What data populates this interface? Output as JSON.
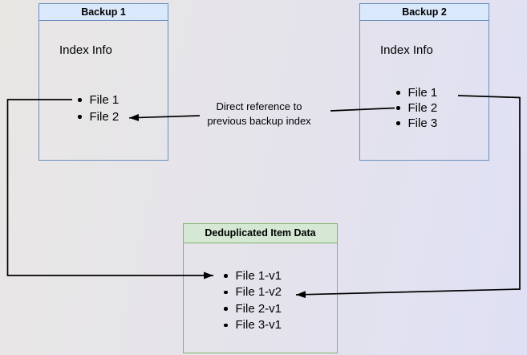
{
  "diagram": {
    "backup1": {
      "title": "Backup 1",
      "section_label": "Index Info",
      "items": [
        "File 1",
        "File 2"
      ]
    },
    "backup2": {
      "title": "Backup 2",
      "section_label": "Index Info",
      "items": [
        "File 1",
        "File 2",
        "File 3"
      ]
    },
    "dedup": {
      "title": "Deduplicated Item Data",
      "items": [
        "File 1-v1",
        "File 1-v2",
        "File 2-v1",
        "File 3-v1"
      ]
    },
    "edge_label": {
      "line1": "Direct reference to",
      "line2": "previous backup index"
    }
  },
  "colors": {
    "backup_header_fill": "#dae8fc",
    "backup_border": "#6c8ebf",
    "dedup_header_fill": "#d5e8d4",
    "dedup_border": "#82b366",
    "arrow": "#000000",
    "background_start": "#e9e7e4",
    "background_end": "#dfe0f4"
  }
}
